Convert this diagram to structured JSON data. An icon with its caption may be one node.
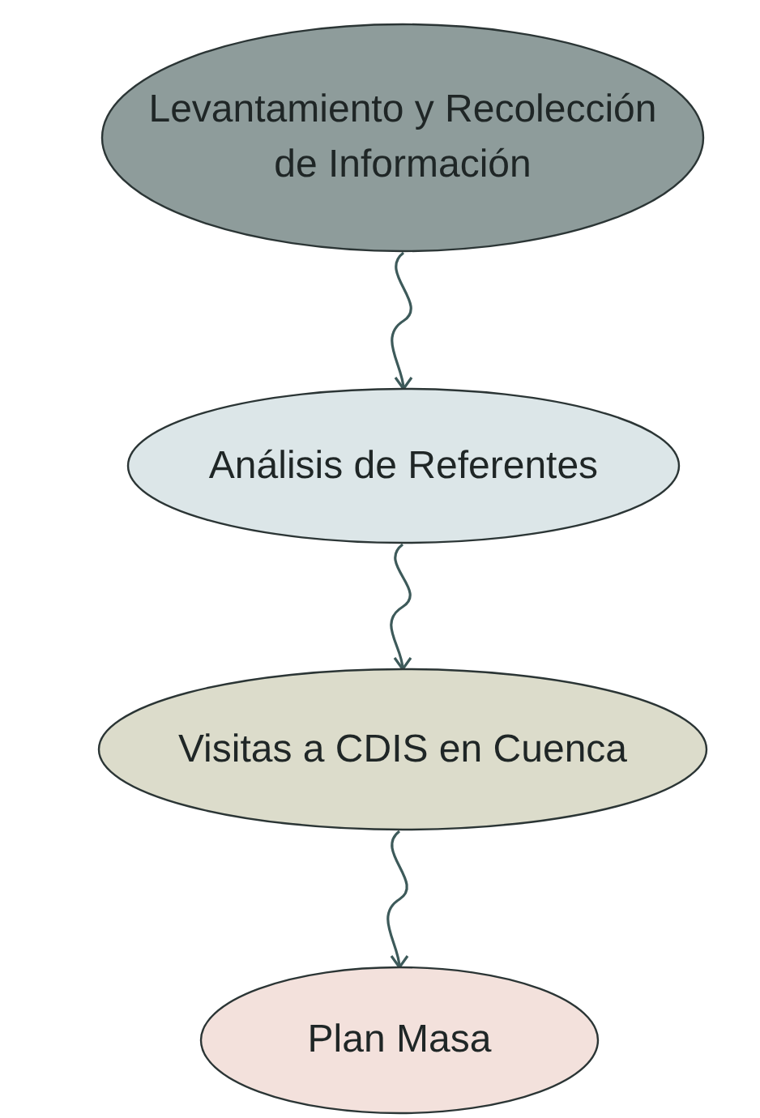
{
  "diagram": {
    "nodes": [
      {
        "text": [
          "Levantamiento y Recolección de Información"
        ]
      },
      {
        "text": [
          "Análisis de Referentes"
        ]
      },
      {
        "text": [
          "Visitas a CDIS en Cuenca"
        ]
      },
      {
        "text": [
          "Plan Masa"
        ]
      }
    ],
    "edges": [
      {
        "from": 0,
        "to": 1,
        "arrow": "to"
      },
      {
        "from": 1,
        "to": 2,
        "arrow": "to"
      },
      {
        "from": 2,
        "to": 3,
        "arrow": "to"
      }
    ]
  }
}
